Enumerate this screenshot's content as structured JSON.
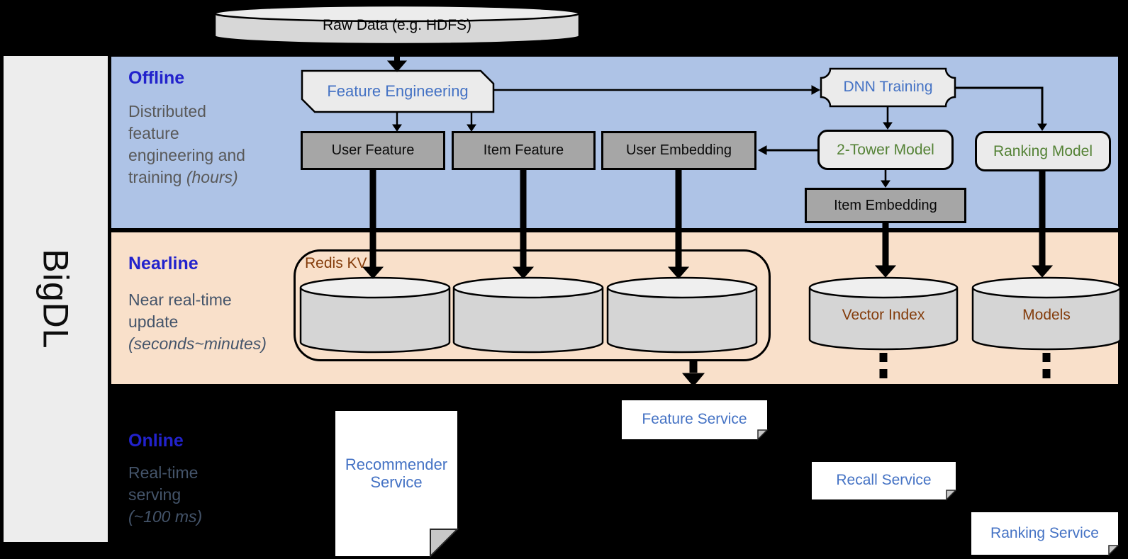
{
  "sidebar": {
    "brand": "BigDL"
  },
  "raw_data": {
    "label": "Raw Data (e.g. HDFS)"
  },
  "sections": {
    "offline": {
      "title": "Offline",
      "lines": [
        "Distributed",
        "feature",
        "engineering and"
      ],
      "last_line": "training",
      "italic": "(hours)"
    },
    "nearline": {
      "title": "Nearline",
      "lines": [
        "Near real-time",
        "update"
      ],
      "italic": "(seconds~minutes)"
    },
    "online": {
      "title": "Online",
      "lines": [
        "Real-time",
        "serving"
      ],
      "italic": "(~100 ms)"
    }
  },
  "nodes": {
    "feature_engineering": "Feature Engineering",
    "dnn_training": "DNN Training",
    "user_feature": "User Feature",
    "item_feature": "Item Feature",
    "user_embedding": "User Embedding",
    "two_tower_model": "2-Tower Model",
    "ranking_model": "Ranking Model",
    "item_embedding": "Item Embedding",
    "redis_kv": "Redis KV",
    "vector_index": "Vector Index",
    "models": "Models",
    "recommender_service": [
      "Recommender",
      "Service"
    ],
    "feature_service": "Feature Service",
    "recall_service": "Recall Service",
    "ranking_service": "Ranking Service"
  },
  "colors": {
    "background": "#000000",
    "sidebar_fill": "#ededed",
    "offline_band": "#aec3e6",
    "nearline_band": "#f9e0ca",
    "section_title_blue": "#2222cc",
    "node_text_blue": "#4472c4",
    "node_text_green": "#548235",
    "node_text_brown": "#843c0b",
    "dark_box_fill": "#a6a6a6",
    "light_box_fill": "#ebebeb",
    "cylinder_fill": "#d6d6d6"
  }
}
